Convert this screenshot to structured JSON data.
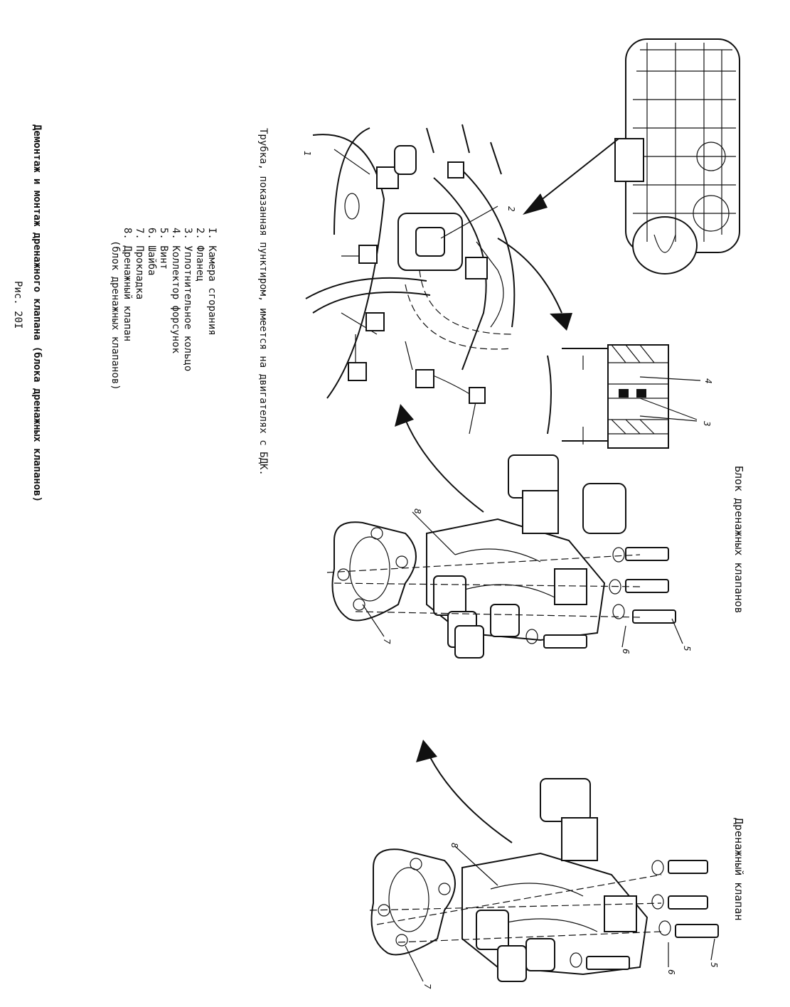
{
  "titles": {
    "block": "Блок дренажных клапанов",
    "valve": "Дренажный клапан"
  },
  "note": "Трубка, показанная пунктиром, имеется на двигателях с БДК.",
  "legend": [
    "I. Камера сгорания",
    "2. Фланец",
    "3. Уплотнительное кольцо",
    "4. Коллектор форсунок",
    "5. Винт",
    "6. Шайба",
    "7. Прокладка",
    "8. Дренажный клапан",
    "(блок дренажных клапанов)"
  ],
  "caption": "Демонтаж и монтаж дренажного клапана (блока дренажных клапанов)",
  "figure": "Рис. 20I",
  "callouts": {
    "c1": "1",
    "c2": "2",
    "c3": "3",
    "c4": "4",
    "c5a": "5",
    "c6a": "6",
    "c7a": "7",
    "c8a": "8",
    "c5b": "5",
    "c6b": "6",
    "c7b": "7",
    "c8b": "8"
  },
  "colors": {
    "ink": "#111111",
    "paper": "#ffffff"
  }
}
